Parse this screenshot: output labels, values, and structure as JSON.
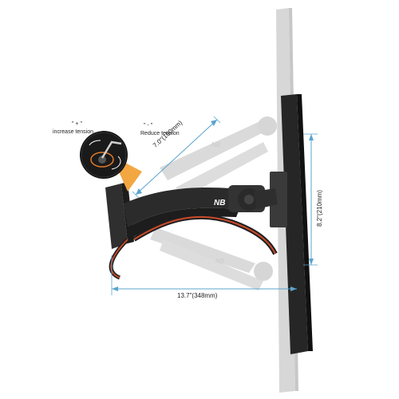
{
  "annotations": {
    "plus_symbol": "\" + \"",
    "plus_caption": "increase tension",
    "minus_symbol": "\" - \"",
    "minus_caption": "Reduce tension"
  },
  "dimensions": {
    "arm_length": "7.0\"(180mm)",
    "vertical_travel": "8.2\"(210mm)",
    "wall_extension": "13.7\"(348mm)"
  },
  "brand": {
    "logo_text": "NB"
  },
  "colors": {
    "accent_blue": "#5aa4cf",
    "cable_red": "#c94a2c",
    "arm_black": "#2b2b2b",
    "ghost_gray": "#c7c7c7",
    "tension_orange": "#f2a742"
  }
}
